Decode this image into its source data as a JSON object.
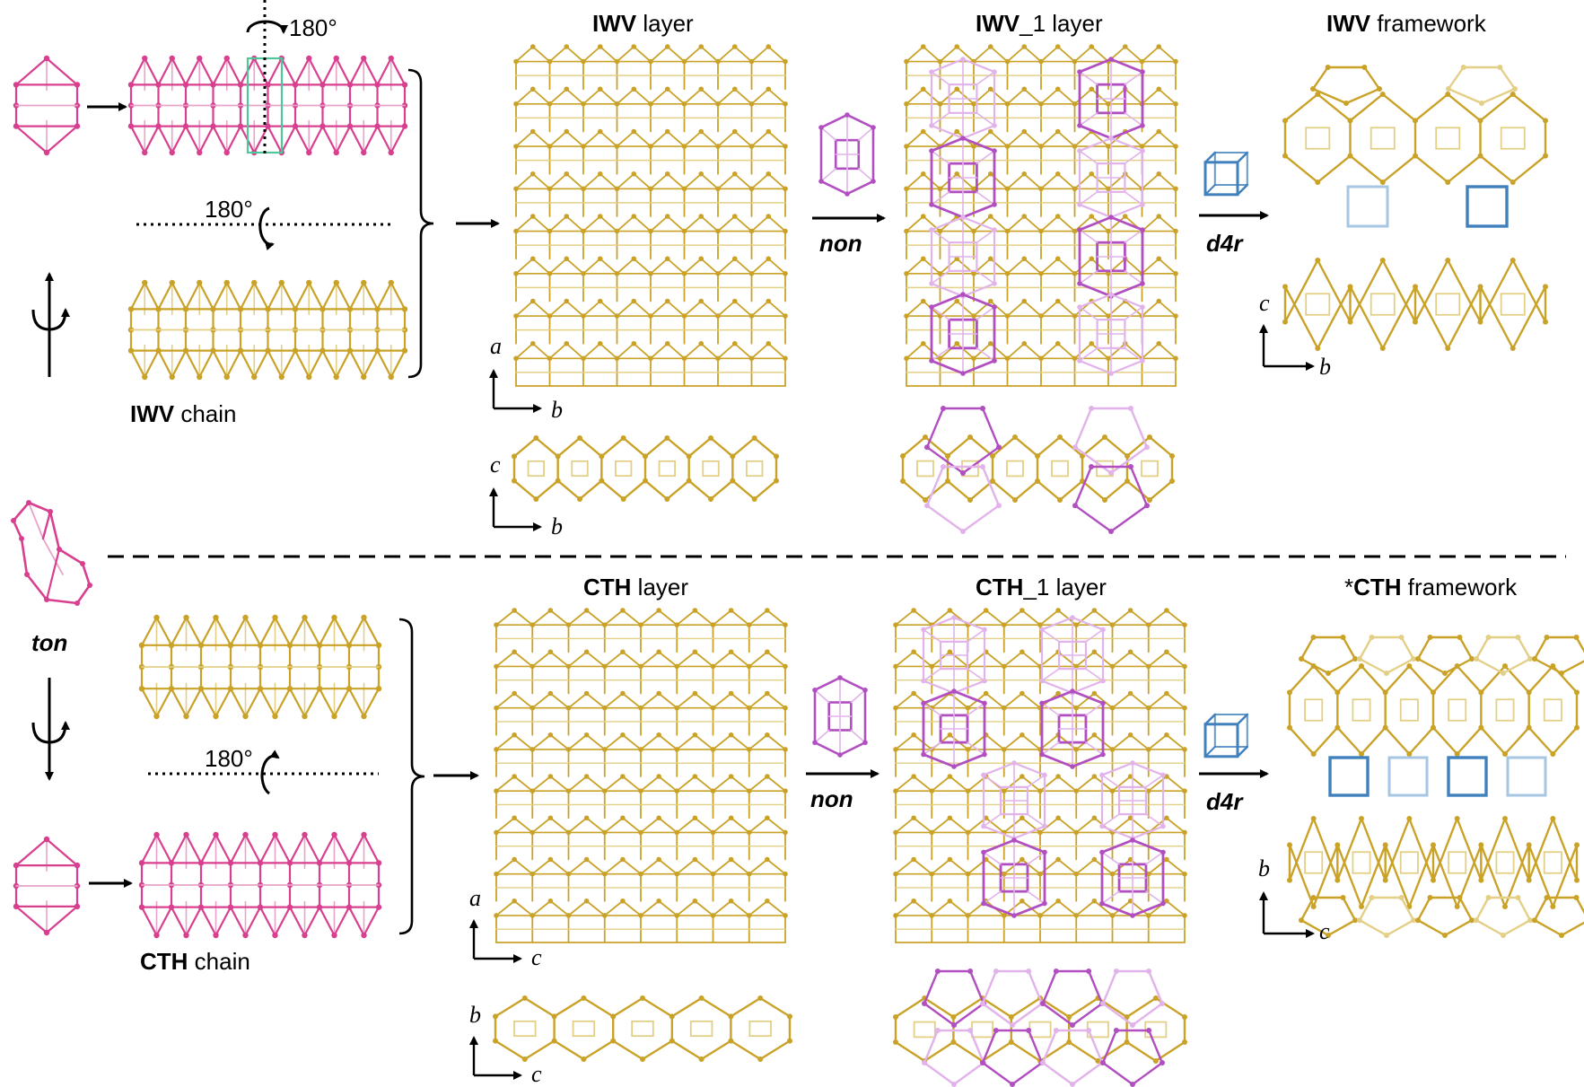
{
  "colors": {
    "gold": "#c9a227",
    "gold_light": "#e3cf86",
    "pink": "#d83f8f",
    "pink_light": "#e9a2c8",
    "violet": "#b14fc1",
    "violet_light": "#e2b3ea",
    "blue": "#3f80bd",
    "blue_light": "#a6c6e3",
    "green": "#4fc79a"
  },
  "top": {
    "rotation_top": "180°",
    "rotation_mid": "180°",
    "chain_label_bold": "IWV",
    "chain_label_rest": " chain",
    "layer_title_bold": "IWV",
    "layer_title_rest": " layer",
    "layer1_title_bold": "IWV",
    "layer1_title_rest": "_1 layer",
    "framework_title_bold": "IWV",
    "framework_title_rest": " framework",
    "arrow1_label": "non",
    "arrow2_label": "d4r",
    "axes_layer": {
      "up": "a",
      "right": "b"
    },
    "axes_layer_side": {
      "up": "c",
      "right": "b"
    },
    "axes_framework": {
      "up": "c",
      "right": "b"
    }
  },
  "bottom": {
    "ton_label": "ton",
    "rotation_mid": "180°",
    "chain_label_bold": "CTH",
    "chain_label_rest": " chain",
    "layer_title_bold": "CTH",
    "layer_title_rest": " layer",
    "layer1_title_bold": "CTH",
    "layer1_title_rest": "_1 layer",
    "framework_title_prefix": "*",
    "framework_title_bold": "CTH",
    "framework_title_rest": " framework",
    "arrow1_label": "non",
    "arrow2_label": "d4r",
    "axes_layer": {
      "up": "a",
      "right": "c"
    },
    "axes_layer_side": {
      "up": "b",
      "right": "c"
    },
    "axes_framework": {
      "up": "b",
      "right": "c"
    }
  }
}
